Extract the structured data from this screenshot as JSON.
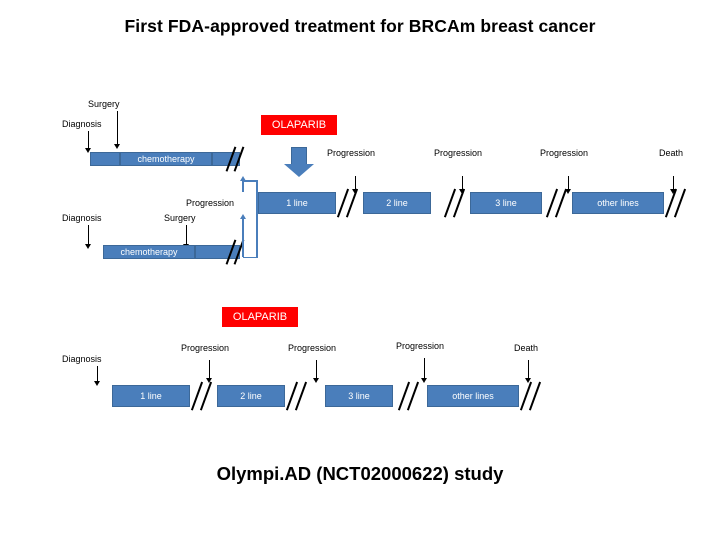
{
  "title": "First FDA-approved treatment for BRCAm breast cancer",
  "footer": "Olympi.AD (NCT02000622) study",
  "drug": {
    "label_top": "OLAPARIB",
    "label_bottom": "OLAPARIB",
    "color": "#ff0000"
  },
  "colors": {
    "bar": "#4a7ebb",
    "bar_border": "#3c6898",
    "text_on_bar": "#ffffff",
    "line": "#000000"
  },
  "pathway_top": {
    "name": "surgery-then-chemotherapy-arm",
    "labels": {
      "diagnosis": "Diagnosis",
      "surgery": "Surgery",
      "chemotherapy": "chemotherapy"
    }
  },
  "pathway_middle": {
    "name": "chemotherapy-then-surgery-arm",
    "labels": {
      "diagnosis": "Diagnosis",
      "surgery": "Surgery",
      "chemotherapy": "chemotherapy",
      "progression": "Progression"
    }
  },
  "timeline_main": {
    "name": "metastatic-lines-timeline",
    "events": [
      {
        "label": "Progression"
      },
      {
        "label": "Progression"
      },
      {
        "label": "Progression"
      },
      {
        "label": "Death"
      }
    ],
    "lines": [
      {
        "label": "1 line"
      },
      {
        "label": "2 line"
      },
      {
        "label": "3 line"
      },
      {
        "label": "other lines"
      }
    ]
  },
  "timeline_bottom": {
    "name": "olaparib-first-line-timeline",
    "diagnosis_label": "Diagnosis",
    "events": [
      {
        "label": "Progression"
      },
      {
        "label": "Progression"
      },
      {
        "label": "Progression"
      },
      {
        "label": "Death"
      }
    ],
    "lines": [
      {
        "label": "1 line"
      },
      {
        "label": "2 line"
      },
      {
        "label": "3 line"
      },
      {
        "label": "other lines"
      }
    ]
  }
}
